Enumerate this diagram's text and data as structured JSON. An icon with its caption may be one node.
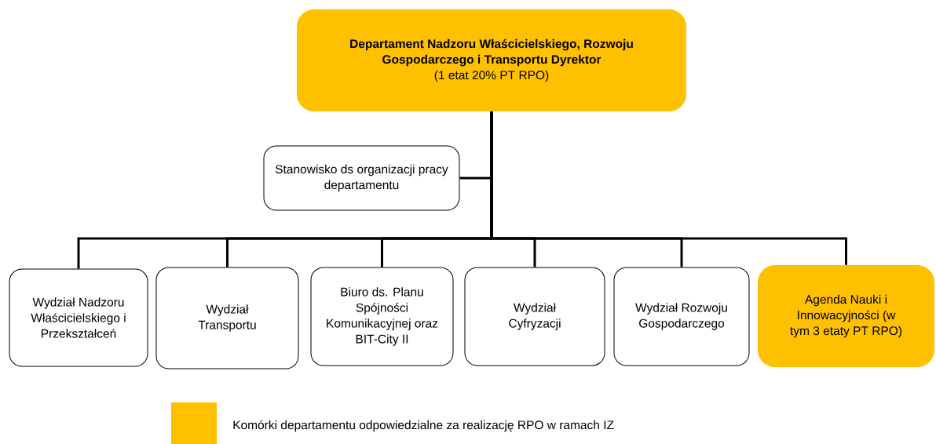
{
  "diagram": {
    "nodes": [
      {
        "text": [
          "Departament Nadzoru Właścicielskiego, Rozwoju Gospodarczego i Transportu Dyrektor",
          "(1 etat 20% PT RPO)"
        ]
      },
      {
        "text": [
          "Stanowisko ds organizacji pracy departamentu"
        ]
      },
      {
        "text": [
          "Wydział Nadzoru Właścicielskiego i Przekształceń"
        ]
      },
      {
        "text": [
          "Wydział Transportu"
        ]
      },
      {
        "text": [
          "Biuro ds. Planu Spójności Komunikacyjnej oraz BIT-City II"
        ]
      },
      {
        "text": [
          "Wydział Cyfryzacji"
        ]
      },
      {
        "text": [
          "Wydział Rozwoju Gospodarczego"
        ]
      },
      {
        "text": [
          "Agenda Nauki i Innowacyjności (w tym 3 etaty PT RPO)"
        ]
      }
    ],
    "edges": [
      {
        "from": 0,
        "to": 1,
        "arrow": "none"
      },
      {
        "from": 0,
        "to": 2,
        "arrow": "none"
      },
      {
        "from": 0,
        "to": 3,
        "arrow": "none"
      },
      {
        "from": 0,
        "to": 4,
        "arrow": "none"
      },
      {
        "from": 0,
        "to": 5,
        "arrow": "none"
      },
      {
        "from": 0,
        "to": 6,
        "arrow": "none"
      },
      {
        "from": 0,
        "to": 7,
        "arrow": "none"
      }
    ],
    "legend": [
      {
        "text": "Komórki departamentu odpowiedzialne za realizację RPO w ramach IZ",
        "color": "#ffc000"
      }
    ]
  }
}
